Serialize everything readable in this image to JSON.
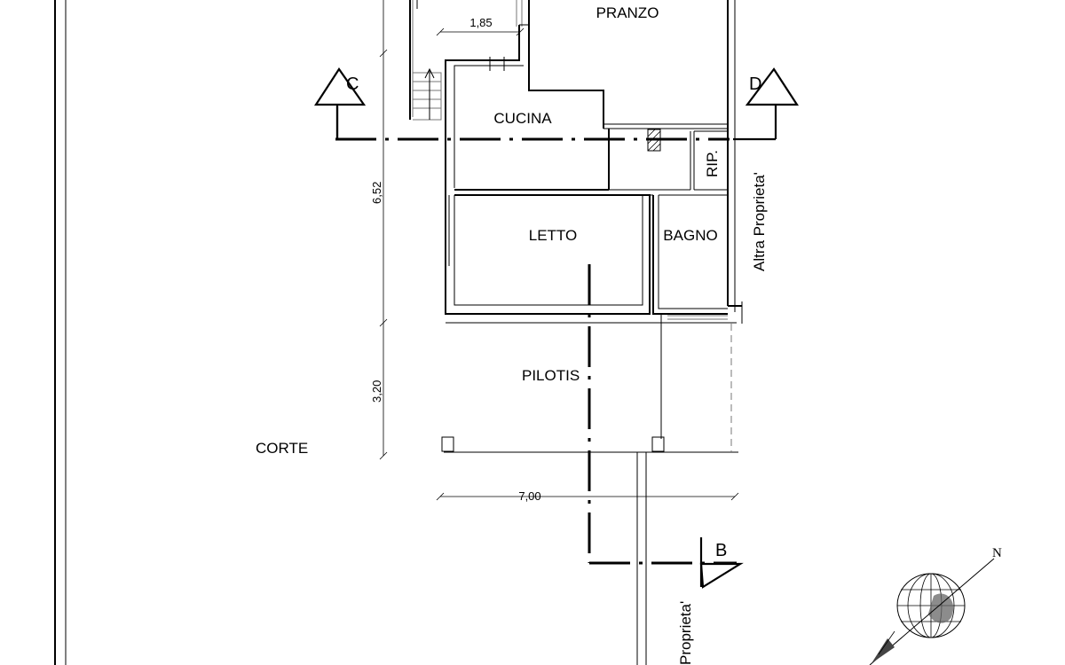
{
  "rooms": {
    "pranzo": "PRANZO",
    "cucina": "CUCINA",
    "letto": "LETTO",
    "bagno": "BAGNO",
    "ripostiglio": "RIP.",
    "pilotis": "PILOTIS",
    "corte": "CORTE"
  },
  "labels": {
    "other_property_right": "Altra Proprieta'",
    "other_property_bottom": "Proprieta'"
  },
  "dimensions": {
    "stair_width": "1,85",
    "depth_main": "6,52",
    "depth_pilotis": "3,20",
    "width_total": "7,00"
  },
  "sections": {
    "c": "C",
    "d": "D",
    "b": "B"
  },
  "compass": {
    "north": "N"
  }
}
